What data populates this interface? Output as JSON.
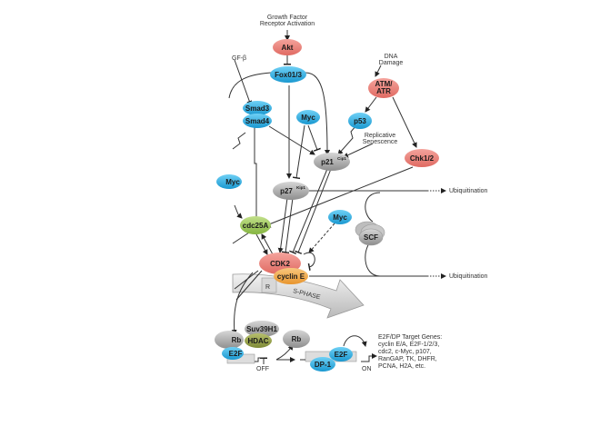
{
  "title": "Cell cycle G1/S transition pathway",
  "colors": {
    "red_node": "#e87a72",
    "blue_node": "#2fa8dc",
    "gray_node": "#a8a8a8",
    "green_node": "#9cc55a",
    "orange_node": "#f0a84a",
    "olive_node": "#8f9a4a"
  },
  "labels": {
    "growth_factor": [
      "Growth Factor",
      "Receptor Activation"
    ],
    "tgf_beta": "GF-β",
    "dna_damage": [
      "DNA",
      "Damage"
    ],
    "replicative_senescence": [
      "Replicative",
      "Senescence"
    ],
    "ubiquitination_1": "Ubiquitination",
    "ubiquitination_2": "Ubiquitination",
    "off": "OFF",
    "on": "ON",
    "r_box": "R",
    "s_phase": "S-PHASE",
    "target_genes": [
      "E2F/DP Target Genes:",
      "cyclin E/A, E2F-1/2/3,",
      "cdc2, c-Myc, p107,",
      "RanGAP, TK, DHFR,",
      "PCNA, H2A, etc."
    ]
  },
  "nodes": {
    "akt": "Akt",
    "foxo": "Fox01/3",
    "atm": [
      "ATM/",
      "ATR"
    ],
    "smad3": "Smad3",
    "smad4": "Smad4",
    "myc_top": "Myc",
    "p53": "p53",
    "p21": "p21",
    "p21_sup": "Cip1",
    "chk": "Chk1/2",
    "myc_left": "Myc",
    "p27": "p27",
    "p27_sup": "Kip1",
    "cdc25a": "cdc25A",
    "myc_mid": "Myc",
    "scf": "SCF",
    "cdk2": "CDK2",
    "cyclin_e": "cyclin E",
    "suv39h1": "Suv39H1",
    "rb_left": "Rb",
    "hdac": "HDAC",
    "e2f_left": "E2F",
    "rb_free": "Rb",
    "e2f_right": "E2F",
    "dp1": "DP-1"
  }
}
